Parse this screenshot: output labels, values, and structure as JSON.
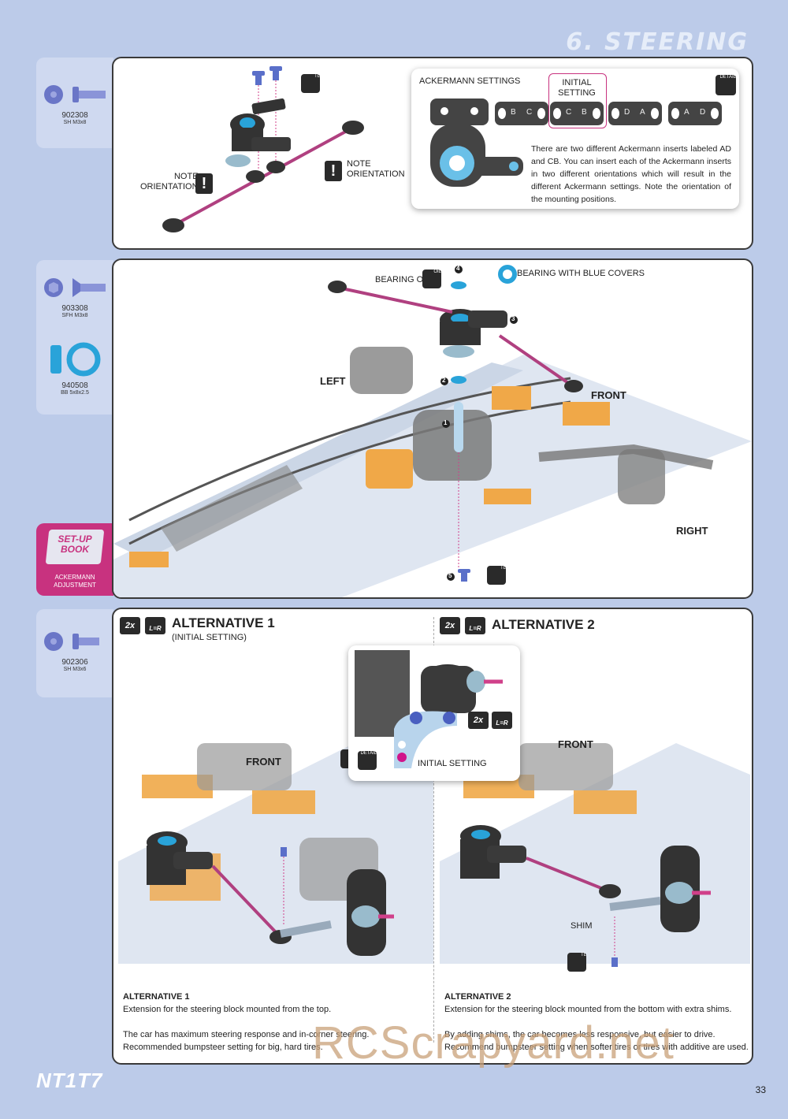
{
  "header": {
    "title": "6. STEERING"
  },
  "parts": {
    "p1": {
      "code": "902308",
      "desc": "SH M3x8"
    },
    "p2": {
      "code": "903308",
      "desc": "SFH M3x8"
    },
    "p3": {
      "code": "940508",
      "desc": "BB 5x8x2.5"
    },
    "p4": {
      "code": "902306",
      "desc": "SH M3x6"
    }
  },
  "panel1": {
    "note1": "NOTE\nORIENTATION",
    "note2": "NOTE\nORIENTATION",
    "tool": "TL",
    "ack": {
      "title": "ACKERMANN SETTINGS",
      "initial": "INITIAL\nSETTING",
      "detail": "DETAIL",
      "inserts": [
        {
          "a": "B",
          "b": "C"
        },
        {
          "a": "C",
          "b": "B"
        },
        {
          "a": "D",
          "b": "A"
        },
        {
          "a": "A",
          "b": "D"
        }
      ],
      "text": "There are two different Ackermann inserts labeled AD and CB. You can insert each of the Ackermann inserts in two different orientations which will result in the different Ackermann settings. Note the orientation of the mounting positions."
    }
  },
  "panel2": {
    "bearing_oil": "BEARING OIL",
    "oil": "OIL",
    "blue_covers": "BEARING WITH BLUE COVERS",
    "left": "LEFT",
    "front": "FRONT",
    "right": "RIGHT",
    "steps": [
      "1",
      "2",
      "3",
      "4",
      "5"
    ],
    "tool": "TL"
  },
  "setup": {
    "line1": "SET-UP",
    "line2": "BOOK",
    "caption": "ACKERMANN\nADJUSTMENT"
  },
  "panel3": {
    "qty": "2x",
    "lr": "L=R",
    "alt1_title": "ALTERNATIVE 1",
    "alt1_sub": "(INITIAL SETTING)",
    "alt2_title": "ALTERNATIVE 2",
    "initial_setting": "INITIAL SETTING",
    "detail": "DETAIL",
    "front": "FRONT",
    "shim": "SHIM",
    "tool": "TL",
    "alt1_head": "ALTERNATIVE 1",
    "alt1_line1": "Extension for the steering block mounted from the top.",
    "alt1_line2": "The car has maximum steering response and in-corner steering.",
    "alt1_line3": "Recommended bumpsteer setting for big, hard tires.",
    "alt2_head": "ALTERNATIVE 2",
    "alt2_line1": "Extension for the steering block mounted from the bottom with extra shims.",
    "alt2_line2": "By adding shims, the car becomes less responsive, but easier to drive.",
    "alt2_line3": "Recommend bumpsteer setting when softer tires or tires with additive are used."
  },
  "footer": {
    "brand": "NT1T7",
    "page": "33",
    "watermark": "RCScrapyard.net"
  }
}
